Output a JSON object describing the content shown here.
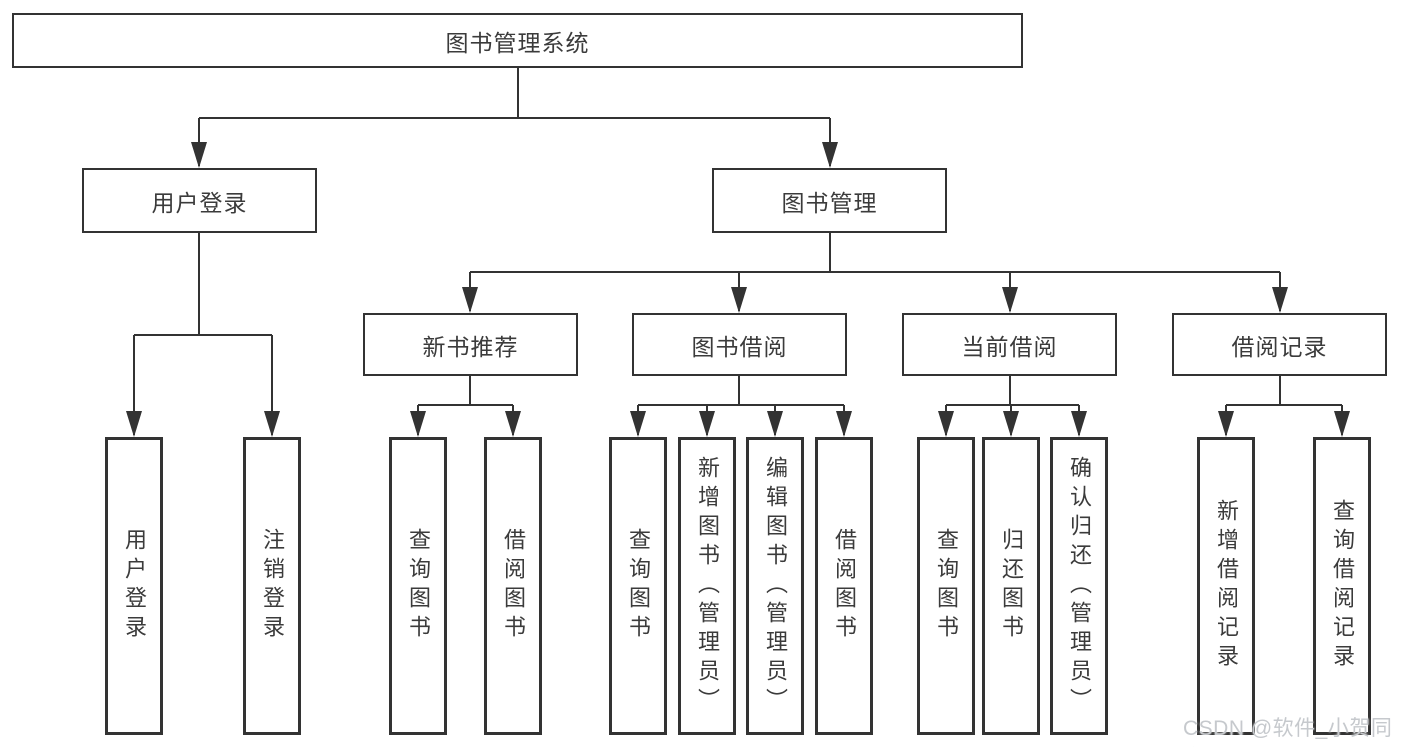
{
  "diagram": {
    "root": {
      "label": "图书管理系统",
      "children": [
        {
          "label": "用户登录",
          "children": [
            {
              "label": "用户登录"
            },
            {
              "label": "注销登录"
            }
          ]
        },
        {
          "label": "图书管理",
          "children": [
            {
              "label": "新书推荐",
              "children": [
                {
                  "label": "查询图书"
                },
                {
                  "label": "借阅图书"
                }
              ]
            },
            {
              "label": "图书借阅",
              "children": [
                {
                  "label": "查询图书"
                },
                {
                  "label": "新增图书（管理员）"
                },
                {
                  "label": "编辑图书（管理员）"
                },
                {
                  "label": "借阅图书"
                }
              ]
            },
            {
              "label": "当前借阅",
              "children": [
                {
                  "label": "查询图书"
                },
                {
                  "label": "归还图书"
                },
                {
                  "label": "确认归还（管理员）"
                }
              ]
            },
            {
              "label": "借阅记录",
              "children": [
                {
                  "label": "新增借阅记录"
                },
                {
                  "label": "查询借阅记录"
                }
              ]
            }
          ]
        }
      ]
    },
    "watermark": "CSDN @软件_小贺同学",
    "colors": {
      "line": "#333333",
      "box_border": "#333333",
      "text": "#3b3b3b",
      "watermark": "#c6c9cd",
      "background": "#ffffff"
    }
  }
}
